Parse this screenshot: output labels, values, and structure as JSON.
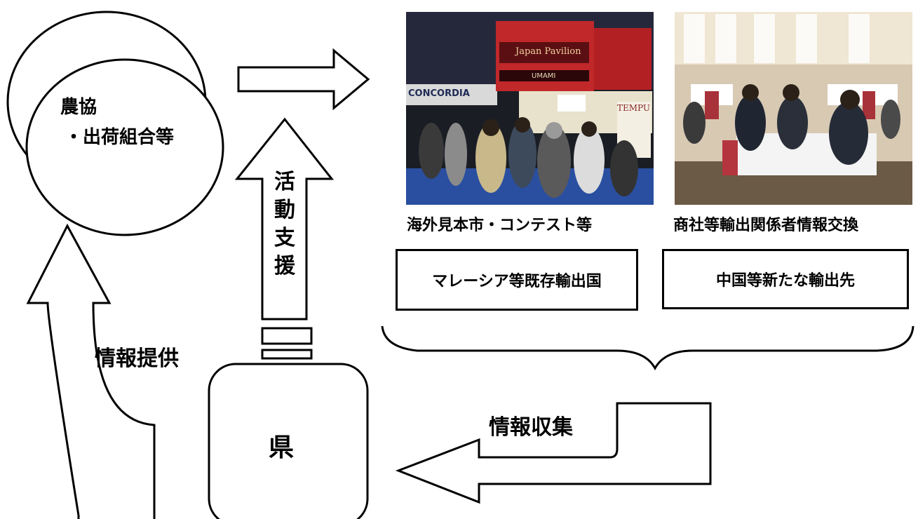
{
  "nodes": {
    "nokyo_line1": "農協",
    "nokyo_line2": "・出荷組合等",
    "prefecture": "県"
  },
  "arrows": {
    "activity_support": "活動支援",
    "info_provision": "情報提供",
    "info_collection": "情報収集"
  },
  "photos": {
    "trade_show_caption": "海外見本市・コンテスト等",
    "meeting_caption": "商社等輸出関係者情報交換",
    "trade_show_signs": [
      "CONCORDIA",
      "Japan Pavilion",
      "UMAMI",
      "TEMPU"
    ]
  },
  "destinations": {
    "existing": "マレーシア等既存輸出国",
    "new": "中国等新たな輸出先"
  },
  "colors": {
    "line": "#000000",
    "background": "#ffffff",
    "booth_red": "#c0282a",
    "carpet_blue": "#2a4fa0"
  }
}
